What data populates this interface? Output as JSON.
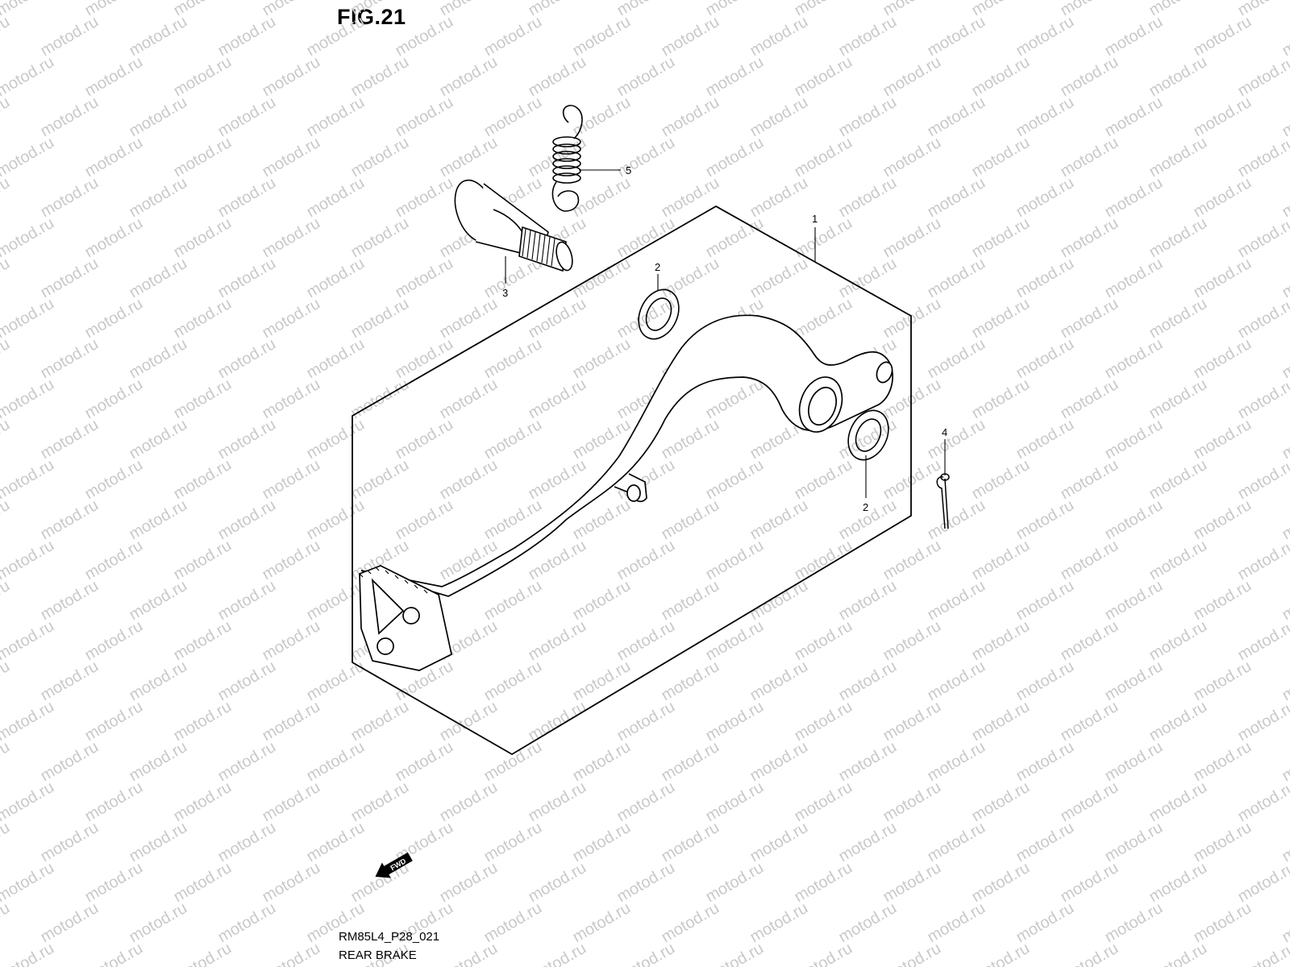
{
  "figure": {
    "title": "FIG.21",
    "code": "RM85L4_P28_021",
    "caption": "REAR BRAKE"
  },
  "watermark": {
    "text": "motod.ru",
    "color": "#c9c9c9"
  },
  "fwd_arrow": {
    "label": "FWD",
    "icon": "fwd-arrow-icon"
  },
  "callouts": [
    {
      "number": "1",
      "part": "brake-pedal"
    },
    {
      "number": "2",
      "part": "washer-upper"
    },
    {
      "number": "2",
      "part": "washer-lower"
    },
    {
      "number": "3",
      "part": "pivot-bolt"
    },
    {
      "number": "4",
      "part": "cotter-pin"
    },
    {
      "number": "5",
      "part": "return-spring"
    }
  ]
}
